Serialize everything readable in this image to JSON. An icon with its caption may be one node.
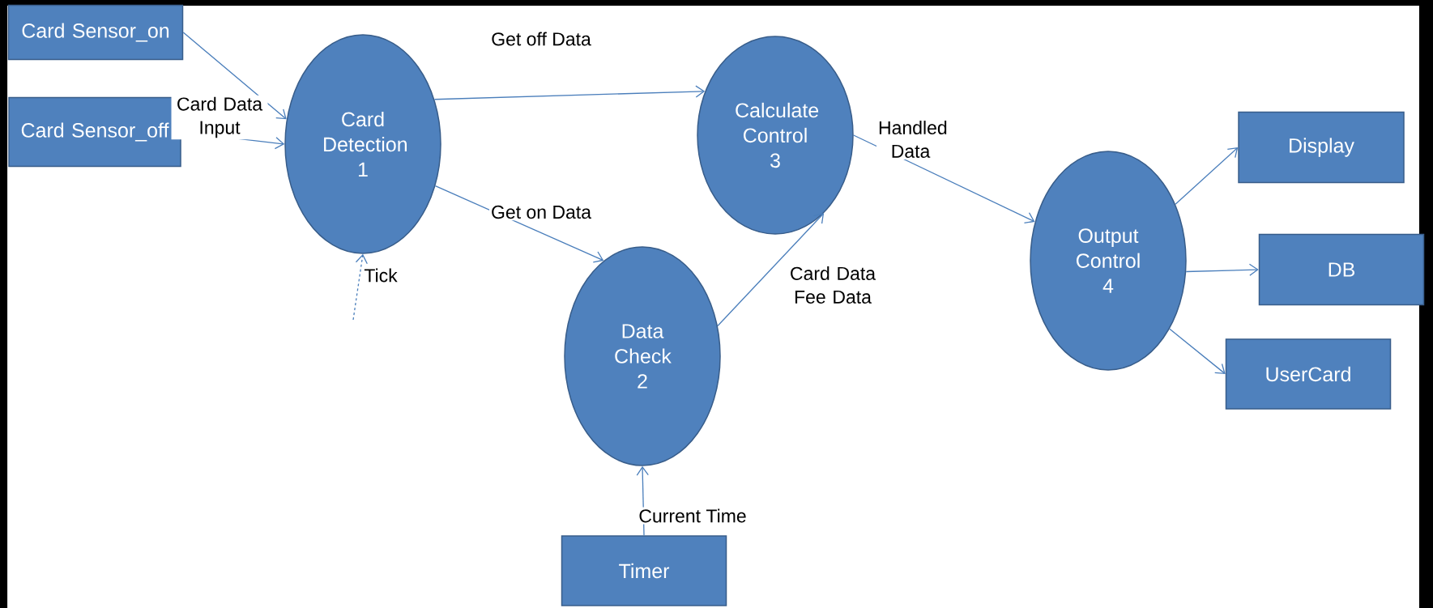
{
  "diagram": {
    "nodes": [
      {
        "text": [
          "Card Sensor_on"
        ]
      },
      {
        "text": [
          "Card Sensor_off"
        ]
      },
      {
        "text": [
          "Card Detection 1"
        ]
      },
      {
        "text": [
          "Calculate Control 3"
        ]
      },
      {
        "text": [
          "Data Check 2"
        ]
      },
      {
        "text": [
          "Output Control 4"
        ]
      },
      {
        "text": [
          "Display"
        ]
      },
      {
        "text": [
          "DB"
        ]
      },
      {
        "text": [
          "UserCard"
        ]
      },
      {
        "text": [
          "Timer"
        ]
      }
    ],
    "edges": [
      {
        "from": 0,
        "to": 2,
        "arrow": "to",
        "label": "Card Data Input"
      },
      {
        "from": 1,
        "to": 2,
        "arrow": "to"
      },
      {
        "from": null,
        "to": 2,
        "arrow": "to",
        "label": "Tick",
        "style": "dashed"
      },
      {
        "from": 2,
        "to": 3,
        "arrow": "to",
        "label": "Get off Data"
      },
      {
        "from": 2,
        "to": 4,
        "arrow": "to",
        "label": "Get on Data"
      },
      {
        "from": 4,
        "to": 3,
        "arrow": "to",
        "label": "Card Data Fee Data"
      },
      {
        "from": 3,
        "to": 5,
        "arrow": "to",
        "label": "Handled Data"
      },
      {
        "from": 5,
        "to": 6,
        "arrow": "to"
      },
      {
        "from": 5,
        "to": 7,
        "arrow": "to"
      },
      {
        "from": 5,
        "to": 8,
        "arrow": "to"
      },
      {
        "from": 9,
        "to": 4,
        "arrow": "to",
        "label": "Current Time"
      }
    ]
  }
}
